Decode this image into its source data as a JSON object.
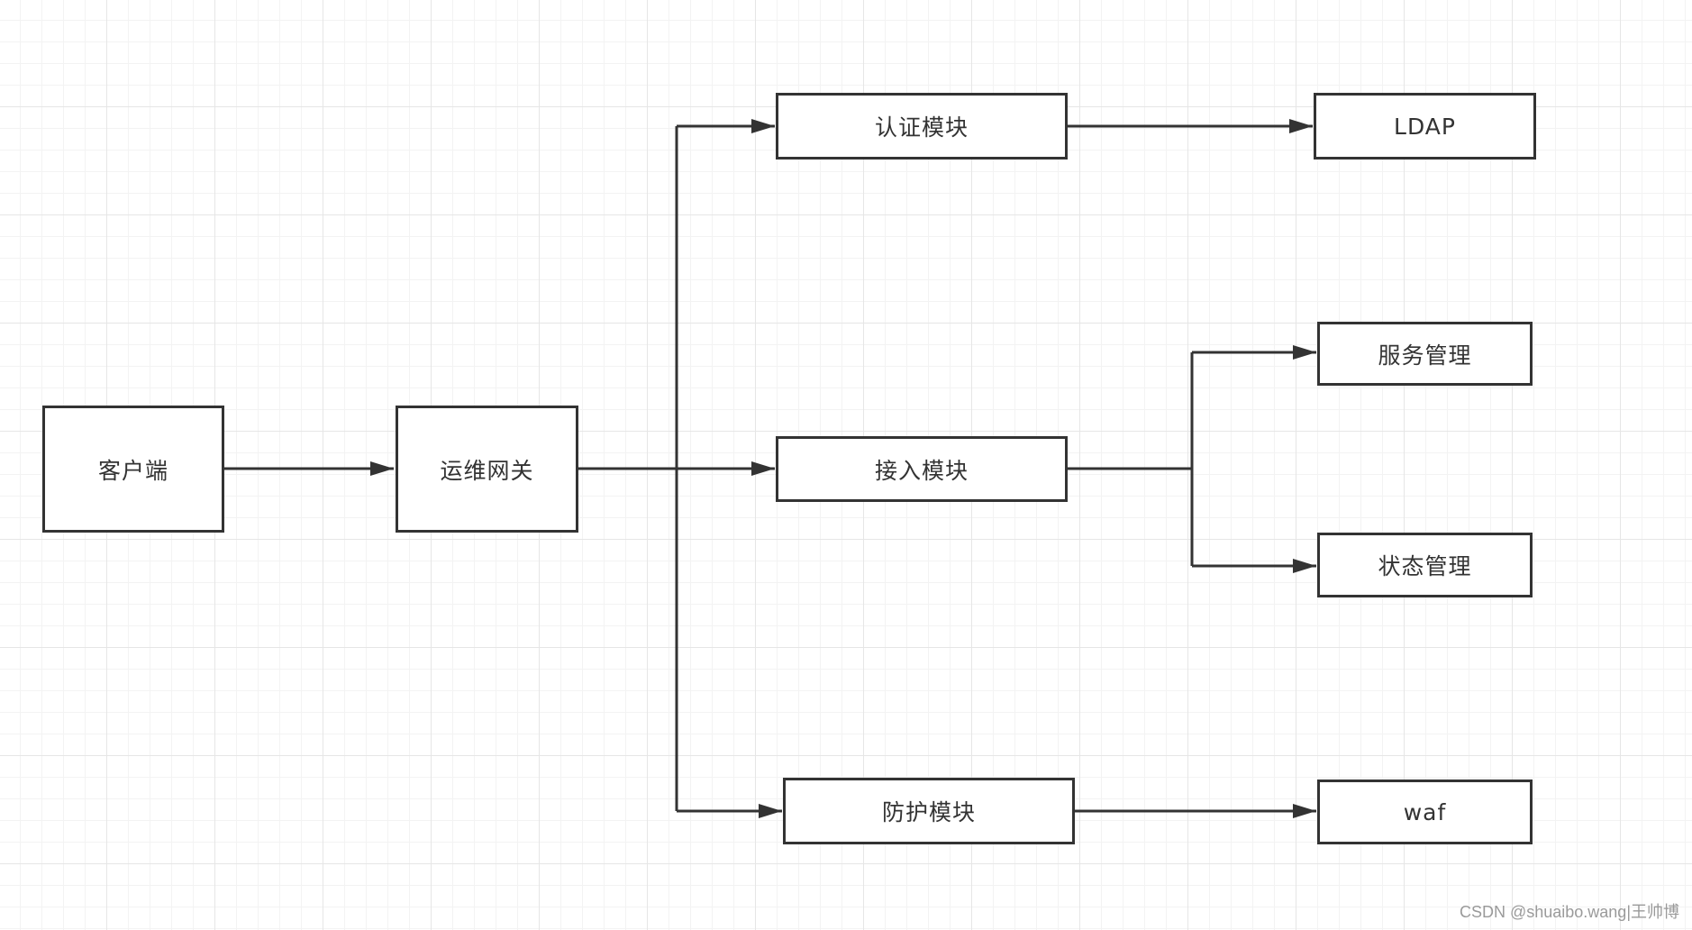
{
  "diagram": {
    "nodes": {
      "client": "客户端",
      "gateway": "运维网关",
      "auth": "认证模块",
      "access": "接入模块",
      "protect": "防护模块",
      "ldap": "LDAP",
      "service_mgmt": "服务管理",
      "state_mgmt": "状态管理",
      "waf": "waf"
    },
    "edges": [
      {
        "from": "client",
        "to": "gateway"
      },
      {
        "from": "gateway",
        "to": "auth"
      },
      {
        "from": "gateway",
        "to": "access"
      },
      {
        "from": "gateway",
        "to": "protect"
      },
      {
        "from": "auth",
        "to": "ldap"
      },
      {
        "from": "access",
        "to": "service_mgmt"
      },
      {
        "from": "access",
        "to": "state_mgmt"
      },
      {
        "from": "protect",
        "to": "waf"
      }
    ],
    "colors": {
      "line": "#333333",
      "grid": "#e6e6e6"
    }
  },
  "watermark": "CSDN @shuaibo.wang|王帅博"
}
